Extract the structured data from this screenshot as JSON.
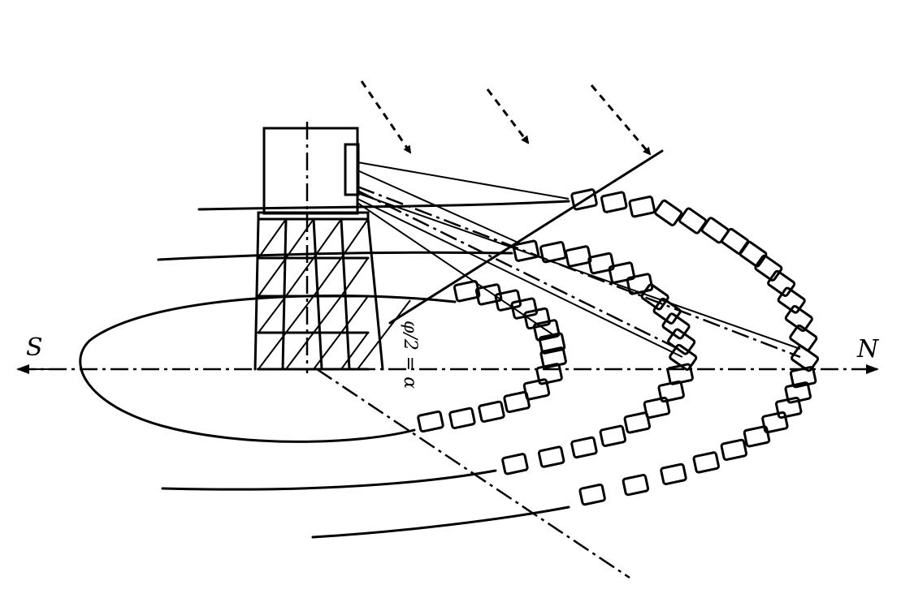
{
  "labels": {
    "south": "S",
    "north": "N",
    "angle_annotation": "φ/2 = α"
  },
  "colors": {
    "ink": "#000000",
    "background": "#ffffff"
  }
}
